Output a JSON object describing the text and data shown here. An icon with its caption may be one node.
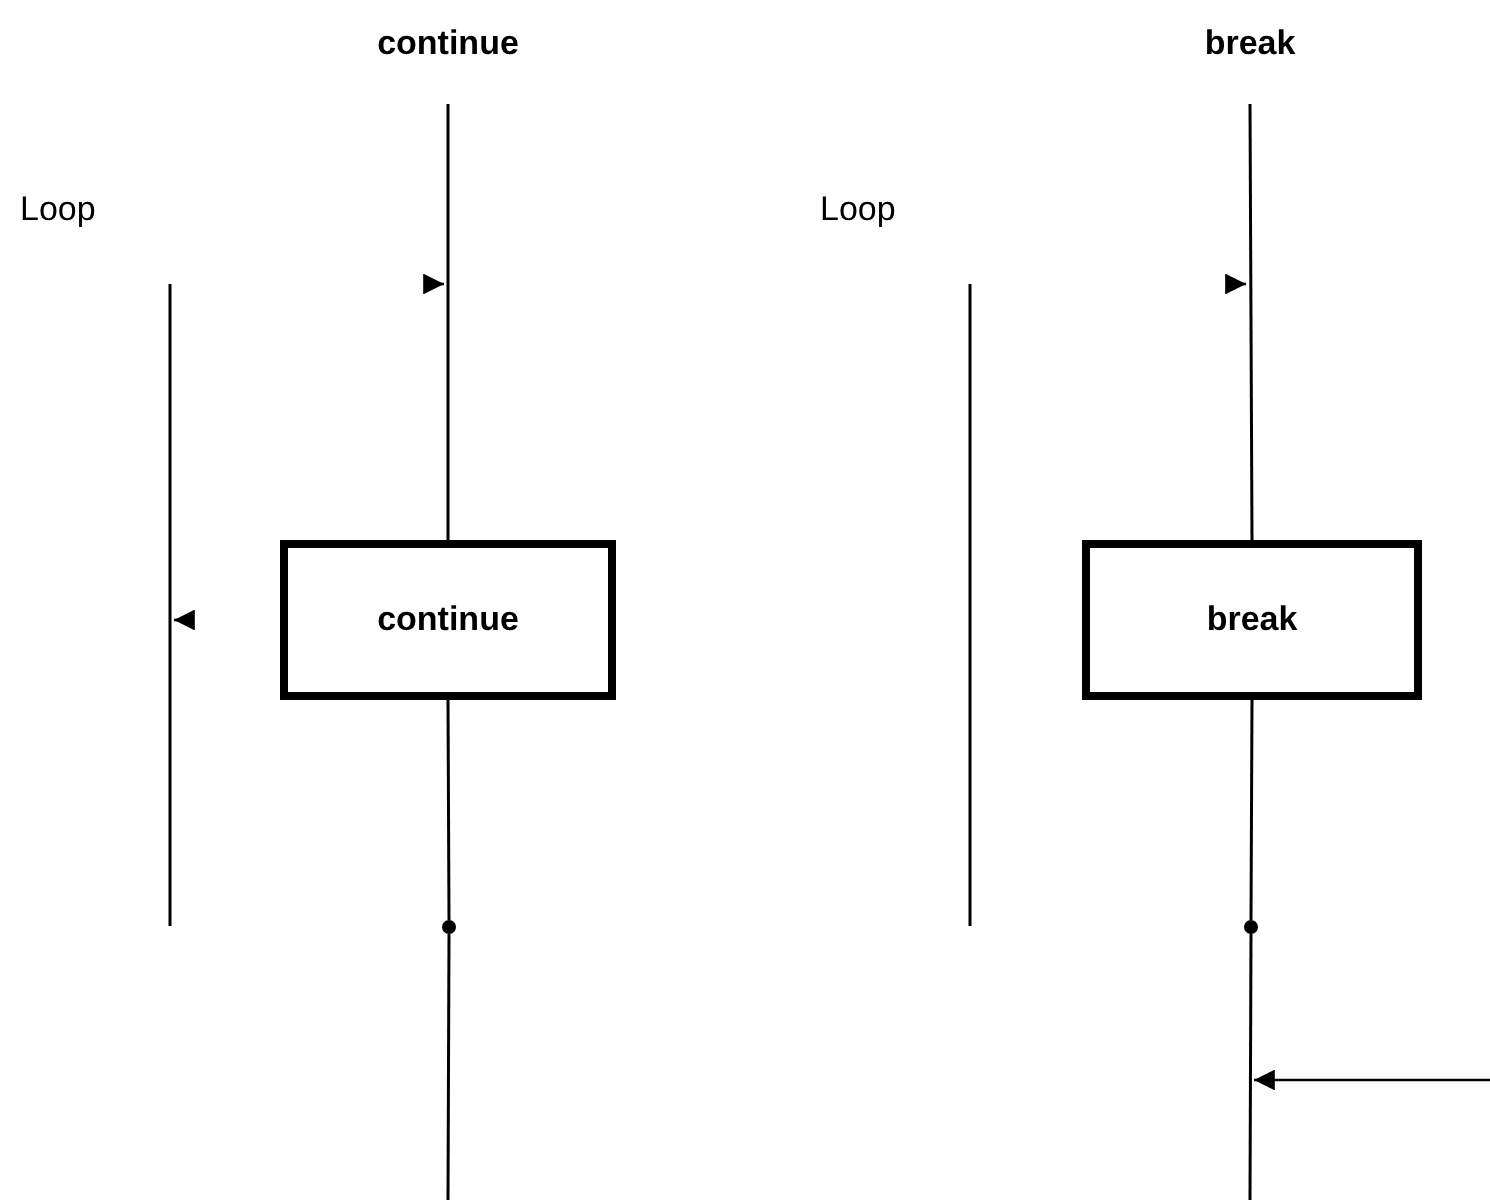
{
  "diagram": {
    "nodes": [
      {
        "text": [
          "continue"
        ]
      },
      {
        "text": [
          "break"
        ]
      },
      {
        "text": [],
        "shape": "circle"
      },
      {
        "text": [],
        "shape": "circle"
      }
    ],
    "edges": [
      {
        "from": null,
        "to": 0,
        "arrow": "none"
      },
      {
        "from": 0,
        "to": 2,
        "arrow": "none"
      },
      {
        "from": 2,
        "to": null,
        "arrow": "none"
      },
      {
        "from": null,
        "to": 1,
        "arrow": "none"
      },
      {
        "from": 1,
        "to": 3,
        "arrow": "none"
      },
      {
        "from": 3,
        "to": null,
        "arrow": "none"
      }
    ],
    "labels": [
      "continue",
      "break",
      "Loop",
      "Loop"
    ]
  }
}
